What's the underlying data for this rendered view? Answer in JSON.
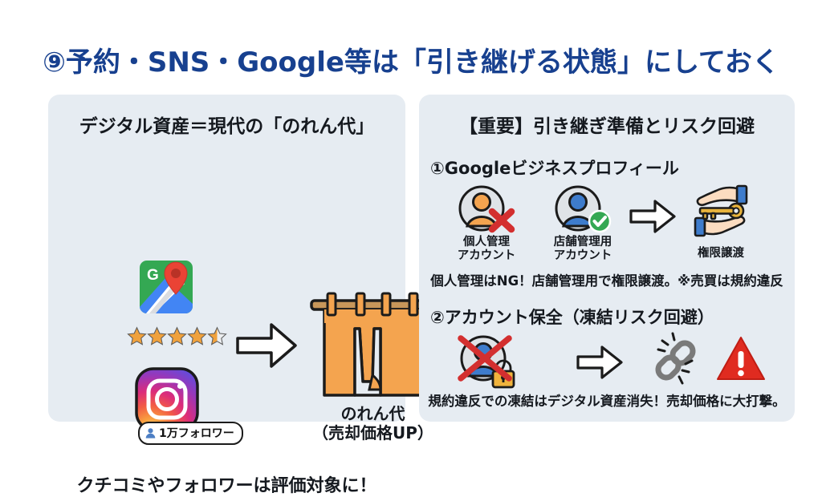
{
  "slide": {
    "title": "⑨予約・SNS・Google等は「引き継げる状態」にしておく",
    "title_color": "#17408f",
    "background": "#ffffff",
    "panel_color": "#e6ecf2"
  },
  "left_panel": {
    "heading": "デジタル資産＝現代の「のれん代」",
    "gmaps_icon": "google-maps-icon",
    "rating": {
      "stars_filled": 4,
      "stars_half": 1,
      "stars_total": 5,
      "star_color": "#f0a13c"
    },
    "instagram_icon": "instagram-icon",
    "follower_badge": "1万フォロワー",
    "arrow": "right-arrow-outline",
    "noren_icon": "noren-curtain-icon",
    "noren_caption_line1": "のれん代",
    "noren_caption_line2": "（売却価格UP）",
    "footer": "クチコミやフォロワーは評価対象に！"
  },
  "right_panel": {
    "heading": "【重要】引き継ぎ準備とリスク回避",
    "section1": {
      "heading": "①Googleビジネスプロフィール",
      "items": [
        {
          "icon": "person-account-x-icon",
          "label_line1": "個人管理",
          "label_line2": "アカウント",
          "status": "ng",
          "color": "#f0a13c"
        },
        {
          "icon": "person-account-check-icon",
          "label_line1": "店舗管理用",
          "label_line2": "アカウント",
          "status": "ok",
          "color": "#3e7ccc"
        },
        {
          "icon": "hands-key-transfer-icon",
          "label_line1": "権限譲渡",
          "label_line2": "",
          "status": "transfer",
          "color": "#f2c14b"
        }
      ],
      "arrow": "right-arrow-outline",
      "note": "個人管理はNG！店舗管理用で権限譲渡。※売買は規約違反"
    },
    "section2": {
      "heading": "②アカウント保全（凍結リスク回避）",
      "items": [
        {
          "icon": "account-locked-x-icon",
          "label": ""
        },
        {
          "icon": "broken-chain-link-icon",
          "label": ""
        },
        {
          "icon": "warning-triangle-icon",
          "label": ""
        }
      ],
      "arrow": "right-arrow-outline",
      "note": "規約違反での凍結はデジタル資産消失！売却価格に大打撃。"
    }
  }
}
